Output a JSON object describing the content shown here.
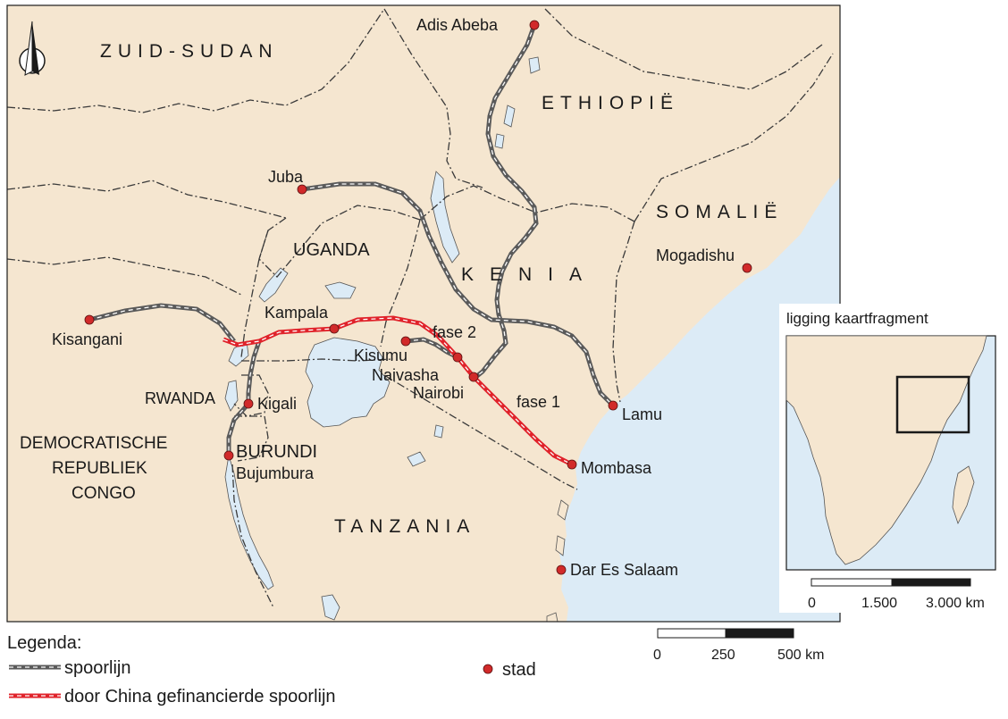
{
  "countries": {
    "south_sudan": "ZUID-SUDAN",
    "ethiopia": "ETHIOPIË",
    "somalia": "SOMALIË",
    "uganda": "UGANDA",
    "kenya": "KENIA",
    "rwanda": "RWANDA",
    "burundi": "BURUNDI",
    "drc_line1": "DEMOCRATISCHE",
    "drc_line2": "REPUBLIEK",
    "drc_line3": "CONGO",
    "tanzania": "TANZANIA"
  },
  "cities": {
    "adis_abeba": "Adis Abeba",
    "juba": "Juba",
    "mogadishu": "Mogadishu",
    "kisangani": "Kisangani",
    "kampala": "Kampala",
    "kisumu": "Kisumu",
    "naivasha": "Naivasha",
    "nairobi": "Nairobi",
    "lamu": "Lamu",
    "kigali": "Kigali",
    "bujumbura": "Bujumbura",
    "mombasa": "Mombasa",
    "dar_es_salaam": "Dar Es Salaam"
  },
  "phases": {
    "phase1": "fase 1",
    "phase2": "fase 2"
  },
  "inset": {
    "title": "ligging kaartfragment",
    "scale_labels": [
      "0",
      "1.500",
      "3.000 km"
    ]
  },
  "scale_bar": {
    "labels": [
      "0",
      "250",
      "500 km"
    ]
  },
  "legend": {
    "title": "Legenda:",
    "railway": "spoorlijn",
    "china_railway": "door China gefinancierde spoorlijn",
    "city": "stad"
  },
  "colors": {
    "land": "#f5e6d0",
    "water": "#dcebf6",
    "border": "#3a3a3a",
    "railway": "#5a5a5a",
    "china_railway": "#e0232b",
    "city_dot": "#d12a2a"
  }
}
